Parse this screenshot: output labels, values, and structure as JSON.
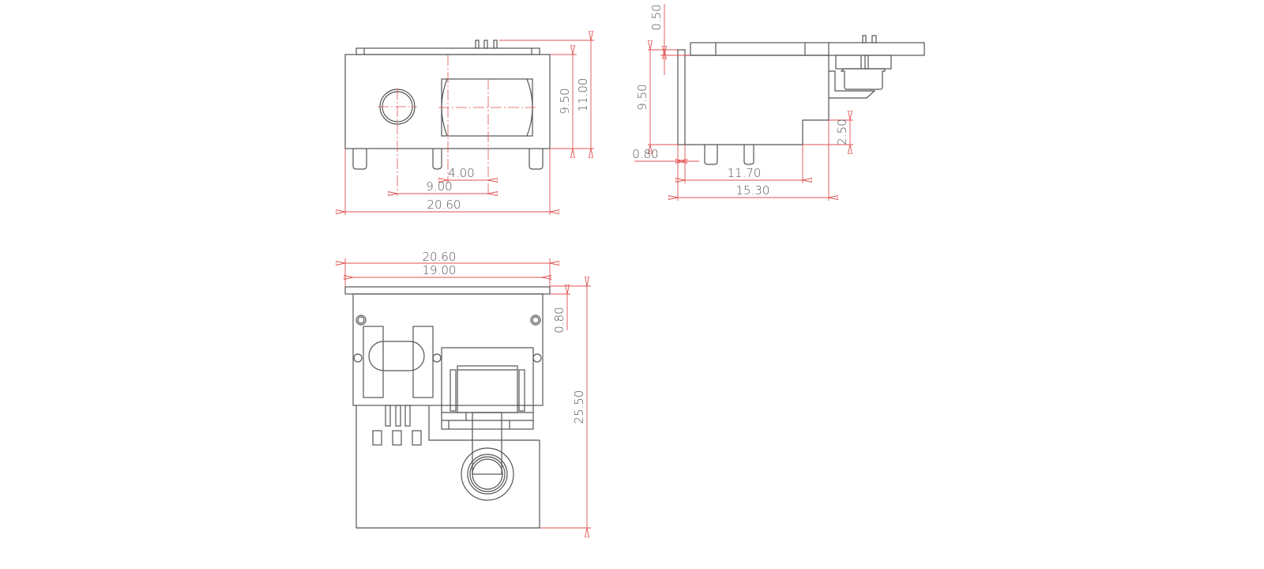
{
  "drawing": {
    "front_view": {
      "dims": {
        "height_body": "9.50",
        "height_total": "11.00",
        "offset_4": "4.00",
        "offset_9": "9.00",
        "width": "20.60"
      }
    },
    "side_view": {
      "dims": {
        "top_plate": "0.50",
        "height_body": "9.50",
        "step": "2.50",
        "front_plate": "0.80",
        "depth_inner": "11.70",
        "depth_total": "15.30"
      }
    },
    "top_view": {
      "dims": {
        "width_total": "20.60",
        "width_body": "19.00",
        "plate": "0.80",
        "length": "25.50"
      }
    },
    "colors": {
      "outline": "#555555",
      "dimension": "#e05050"
    }
  }
}
